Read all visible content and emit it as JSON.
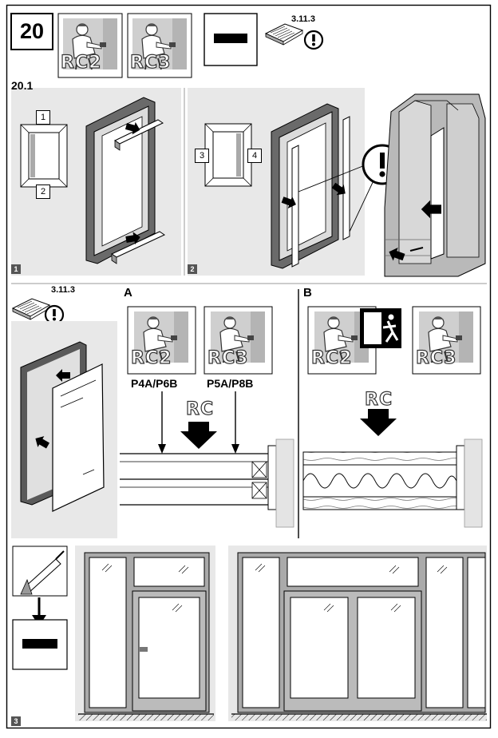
{
  "step": {
    "number": "20",
    "sub_number": "20.1"
  },
  "colors": {
    "panel_bg": "#e8e8e8",
    "frame_dark": "#5a5a5a",
    "frame_mid": "#9a9a9a",
    "line": "#000000",
    "card_bg": "#c9c9c9"
  },
  "badges": {
    "rc2": "RC2",
    "rc3": "RC3",
    "rc": "RC"
  },
  "manual_ref": "3.11.3",
  "part_numbers": [
    "1",
    "2",
    "3",
    "4"
  ],
  "panel_numbers": [
    "1",
    "2",
    "3"
  ],
  "section_a": {
    "label": "A",
    "class_rc2": "P4A/P6B",
    "class_rc3": "P5A/P8B"
  },
  "section_b": {
    "label": "B"
  },
  "icons": [
    "burglar-icon",
    "caution-icon",
    "manual-book-icon",
    "emergency-exit-icon",
    "sealant-gun-icon",
    "down-arrow-icon"
  ]
}
